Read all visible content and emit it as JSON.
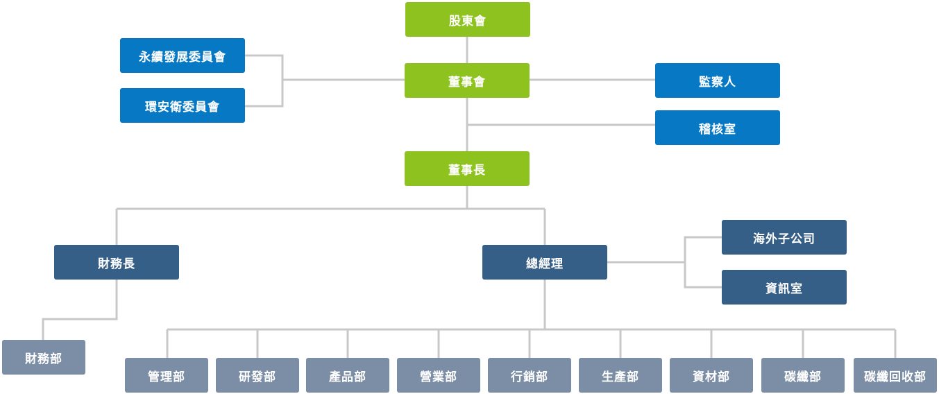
{
  "colors": {
    "board": "#8dc21f",
    "committee": "#0778c4",
    "executive": "#365f88",
    "department": "#7b8ea6",
    "line": "#c8c8c8"
  },
  "org": {
    "shareholders": "股東會",
    "board_of_directors": "董事會",
    "chairman": "董事長",
    "sustainability_committee": "永續發展委員會",
    "ehs_committee": "環安衛委員會",
    "supervisor": "監察人",
    "audit_office": "稽核室",
    "cfo": "財務長",
    "general_manager": "總經理",
    "overseas_subsidiaries": "海外子公司",
    "it_office": "資訊室",
    "finance_dept": "財務部",
    "departments": [
      "管理部",
      "研發部",
      "產品部",
      "營業部",
      "行銷部",
      "生產部",
      "資材部",
      "碳纖部",
      "碳纖回收部"
    ]
  }
}
